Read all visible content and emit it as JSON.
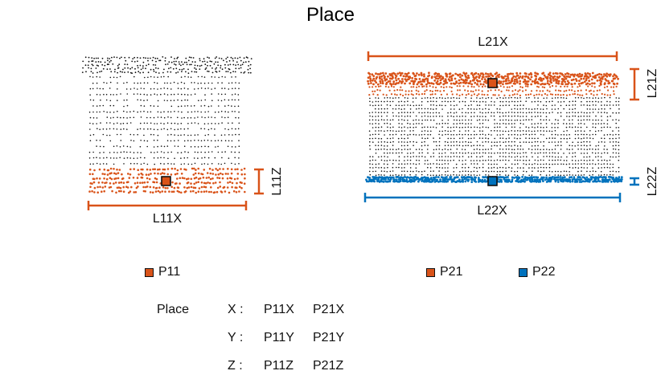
{
  "title": "Place",
  "colors": {
    "orange": "#d95319",
    "blue": "#0072bd",
    "black": "#111111"
  },
  "objects": {
    "left": {
      "width_label": "L11X",
      "height_label": "L11Z",
      "point_label": "P11"
    },
    "right": {
      "width_label": "L21X",
      "top_height_label": "L21Z",
      "bottom_height_label": "L22Z",
      "bottom_width_label": "L22X",
      "top_point_label": "P21",
      "bottom_point_label": "P22"
    }
  },
  "legend": [
    {
      "label": "P11",
      "color": "#d95319"
    },
    {
      "label": "P21",
      "color": "#d95319"
    },
    {
      "label": "P22",
      "color": "#0072bd"
    }
  ],
  "table": {
    "header": "Place",
    "rows": [
      {
        "axis": "X :",
        "values": [
          "P11X",
          "P21X"
        ]
      },
      {
        "axis": "Y :",
        "values": [
          "P11Y",
          "P21Y"
        ]
      },
      {
        "axis": "Z :",
        "values": [
          "P11Z",
          "P21Z"
        ]
      }
    ]
  }
}
